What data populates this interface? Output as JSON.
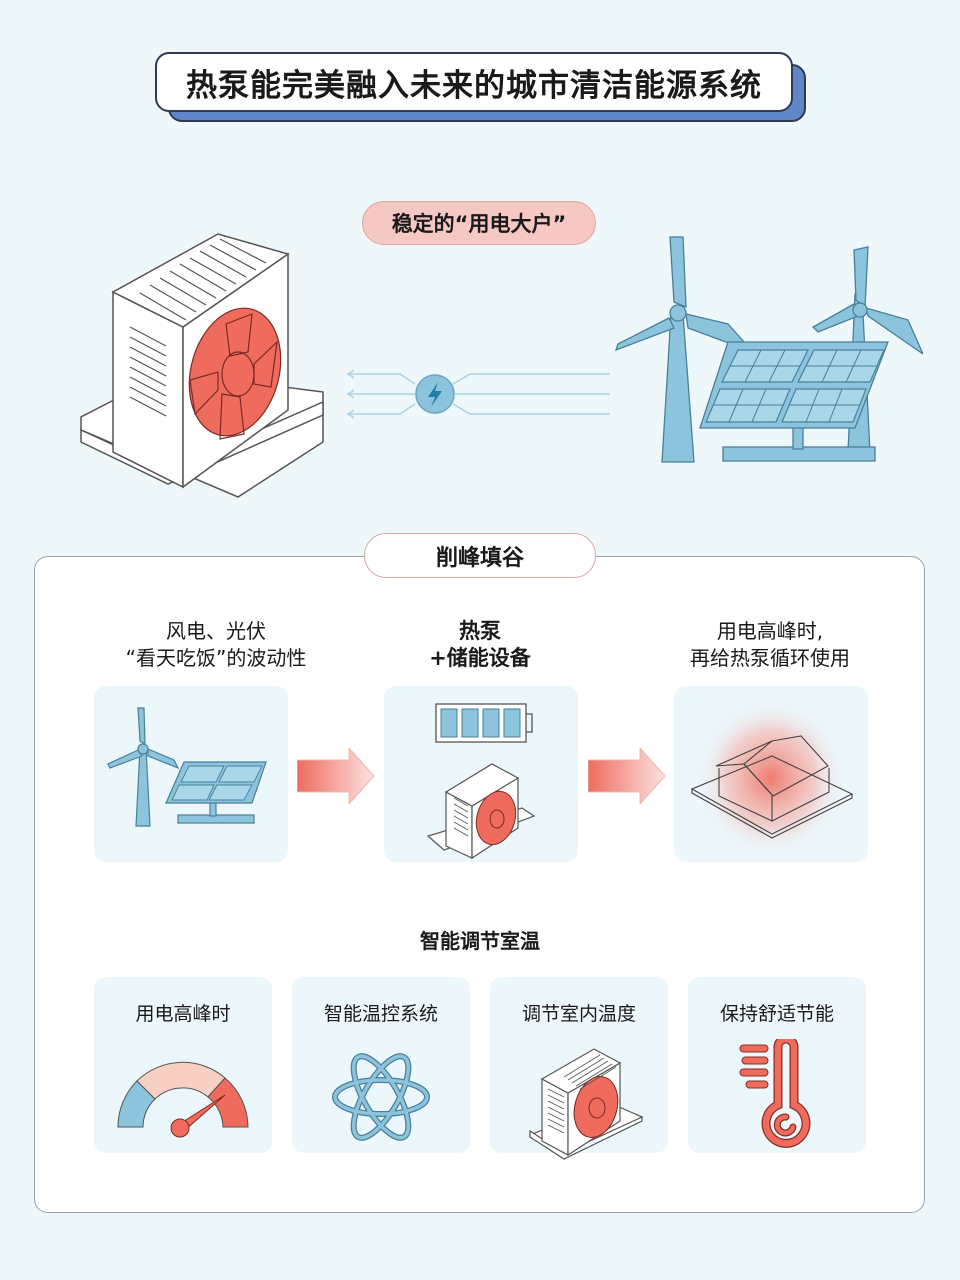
{
  "title": "热泵能完美融入未来的城市清洁能源系统",
  "top_section": {
    "badge": "稳定的“用电大户”",
    "left_icon": "heat-pump-unit",
    "center_icon": "lightning-bolt",
    "right_icon": "wind-turbines-and-solar-panel"
  },
  "peak_section": {
    "badge": "削峰填谷",
    "steps": [
      {
        "line1": "风电、光伏",
        "line2": "“看天吃饭”的波动性",
        "icon": "wind-solar",
        "bold": false
      },
      {
        "line1": "热泵",
        "line2": "+储能设备",
        "icon": "battery-heat-pump",
        "bold": true
      },
      {
        "line1": "用电高峰时,",
        "line2": "再给热泵循环使用",
        "icon": "warm-house",
        "bold": false
      }
    ],
    "arrow_icon": "right-arrow"
  },
  "smart_section": {
    "title": "智能调节室温",
    "cards": [
      {
        "label": "用电高峰时",
        "icon": "gauge"
      },
      {
        "label": "智能温控系统",
        "icon": "atom"
      },
      {
        "label": "调节室内温度",
        "icon": "heat-pump"
      },
      {
        "label": "保持舒适节能",
        "icon": "thermometer"
      }
    ]
  },
  "colors": {
    "background": "#eef8fb",
    "accent_blue": "#8cc4de",
    "accent_red": "#ef6b5e",
    "title_shadow": "#5e86c9",
    "badge_pink": "#f6c8c4"
  }
}
